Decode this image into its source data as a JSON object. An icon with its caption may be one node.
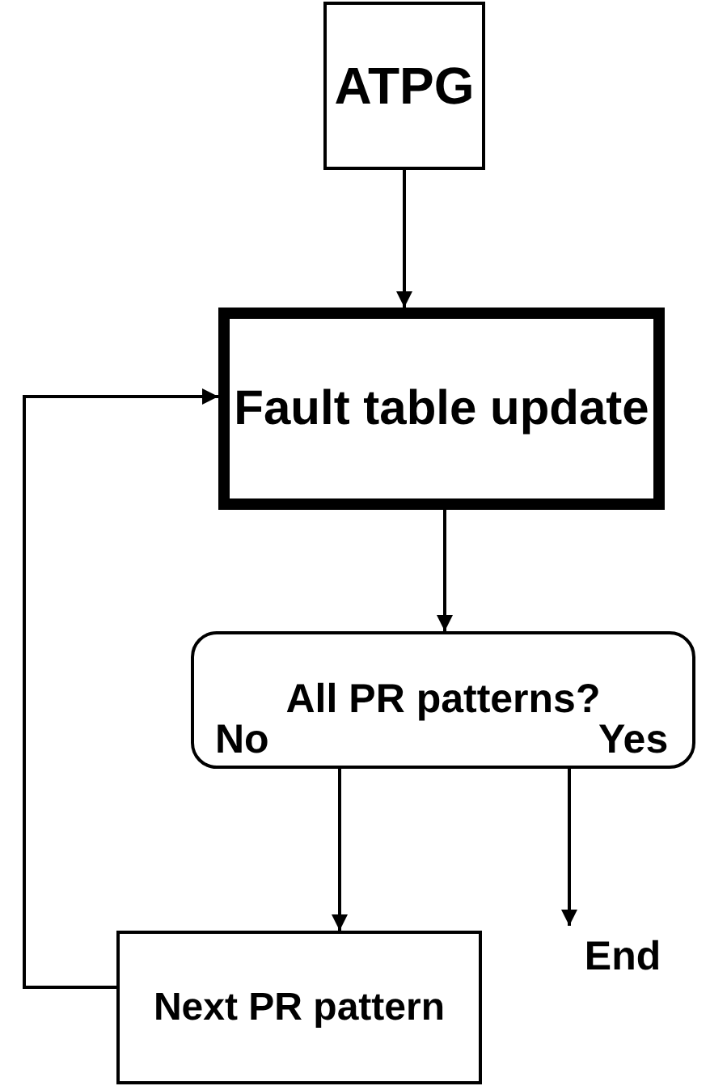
{
  "diagram": {
    "nodes": [
      {
        "text": [
          "ATPG"
        ]
      },
      {
        "text": [
          "Fault table update"
        ]
      },
      {
        "text": [
          "All PR patterns?"
        ]
      },
      {
        "text": [
          "Next PR pattern"
        ]
      },
      {
        "text": [
          "End"
        ]
      }
    ],
    "edges": [
      {
        "from": 0,
        "to": 1,
        "arrow": "to"
      },
      {
        "from": 1,
        "to": 2,
        "arrow": "to"
      },
      {
        "from": 2,
        "to": 3,
        "arrow": "to",
        "label": "No"
      },
      {
        "from": 2,
        "to": 4,
        "arrow": "to",
        "label": "Yes"
      },
      {
        "from": 3,
        "to": 1,
        "arrow": "to"
      }
    ]
  }
}
